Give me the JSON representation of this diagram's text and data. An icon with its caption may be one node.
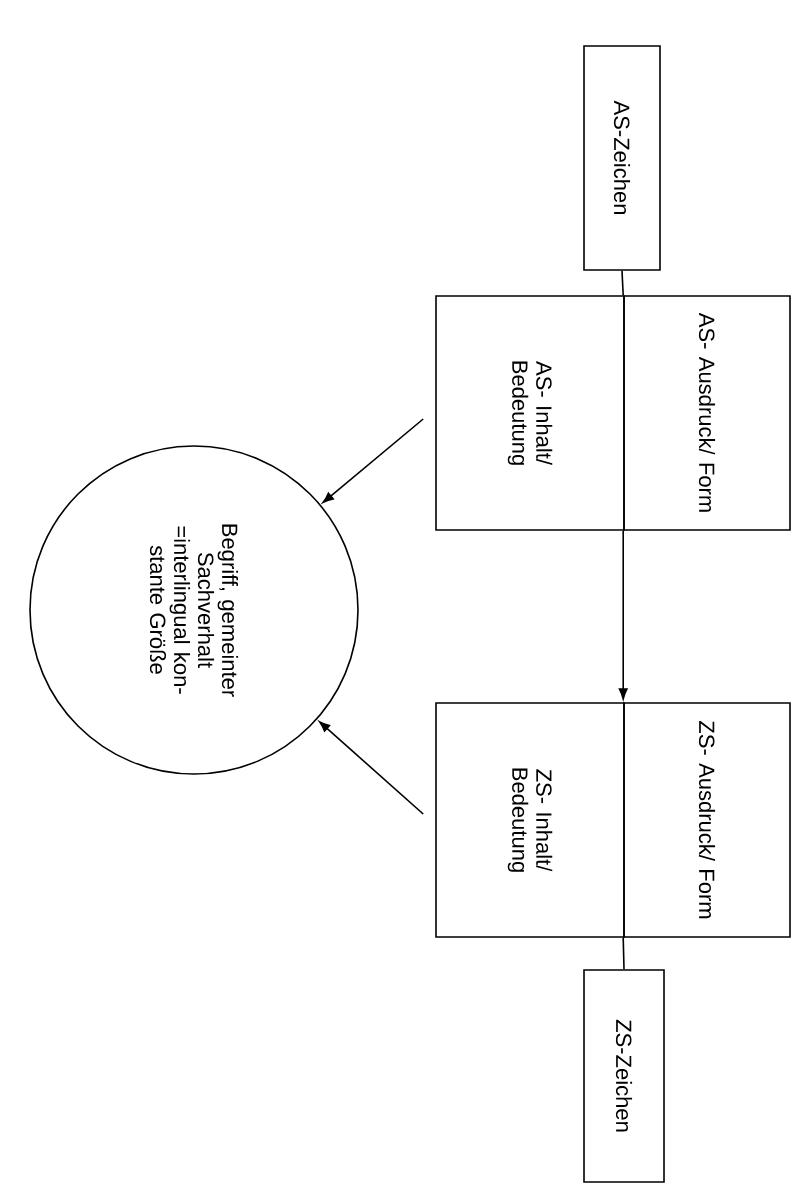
{
  "diagram": {
    "nodes": [
      {
        "text": [
          "AS-Zeichen"
        ]
      },
      {
        "text": [
          "AS- Ausdruck/ Form"
        ]
      },
      {
        "text": [
          "AS- Inhalt/ Bedeutung"
        ]
      },
      {
        "text": [
          "Begriff, gemeinter Sachverhalt =interlingual kon- stante Größe"
        ]
      },
      {
        "text": [
          "ZS- Ausdruck/ Form"
        ]
      },
      {
        "text": [
          "ZS- Inhalt/ Bedeutung"
        ]
      },
      {
        "text": [
          "ZS-Zeichen"
        ]
      }
    ],
    "edges": [
      {
        "from": 0,
        "to": 1,
        "arrow": "none"
      },
      {
        "from": 1,
        "to": 4,
        "arrow": "to"
      },
      {
        "from": 2,
        "to": 3,
        "arrow": "to"
      },
      {
        "from": 5,
        "to": 3,
        "arrow": "to"
      },
      {
        "from": 4,
        "to": 6,
        "arrow": "none"
      }
    ]
  }
}
